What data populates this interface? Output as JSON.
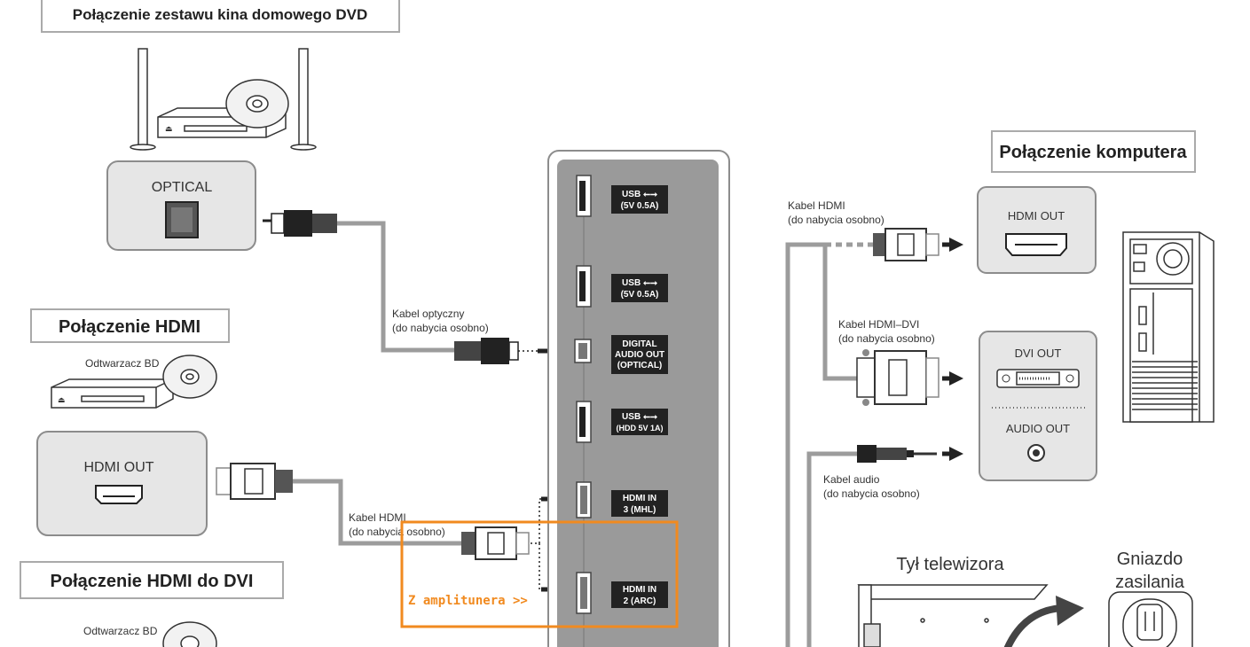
{
  "sections": {
    "dvd_title": "Połączenie zestawu kina domowego DVD",
    "hdmi_title": "Połączenie HDMI",
    "hdmi_dvi_title": "Połączenie HDMI do DVI",
    "pc_title": "Połączenie komputera"
  },
  "devices": {
    "optical_label": "OPTICAL",
    "bd_player_1": "Odtwarzacz BD",
    "hdmi_out_left": "HDMI OUT",
    "bd_player_2": "Odtwarzacz BD",
    "pc_hdmi_out": "HDMI OUT",
    "pc_dvi_out": "DVI OUT",
    "pc_audio_out": "AUDIO OUT",
    "tv_back": "Tył telewizora",
    "power_line1": "Gniazdo",
    "power_line2": "zasilania"
  },
  "cables": {
    "optical_1": "Kabel optyczny",
    "optical_2": "(do nabycia osobno)",
    "hdmi_left_1": "Kabel HDMI",
    "hdmi_left_2": "(do nabycia osobno)",
    "pc_hdmi_1": "Kabel HDMI",
    "pc_hdmi_2": "(do nabycia osobno)",
    "hdmi_dvi_1": "Kabel HDMI–DVI",
    "hdmi_dvi_2": "(do nabycia osobno)",
    "audio_1": "Kabel audio",
    "audio_2": "(do nabycia osobno)"
  },
  "tv_ports": {
    "usb1_l1": "USB ⭠⭢",
    "usb1_l2": "(5V 0.5A)",
    "usb2_l1": "USB ⭠⭢",
    "usb2_l2": "(5V 0.5A)",
    "digital_l1": "DIGITAL",
    "digital_l2": "AUDIO OUT",
    "digital_l3": "(OPTICAL)",
    "usb3_l1": "USB ⭠⭢",
    "usb3_l2": "(HDD 5V 1A)",
    "hdmi3_l1": "HDMI IN",
    "hdmi3_l2": "3 (MHL)",
    "hdmi2_l1": "HDMI IN",
    "hdmi2_l2": "2 (ARC)"
  },
  "annotation": {
    "amplifier": "Z amplitunera >>",
    "color": "#f18a1f"
  },
  "colors": {
    "panel": "#9a9a9a",
    "device_box": "#e6e6e6",
    "cable": "#9c9c9c",
    "border": "#8c8c8c"
  }
}
